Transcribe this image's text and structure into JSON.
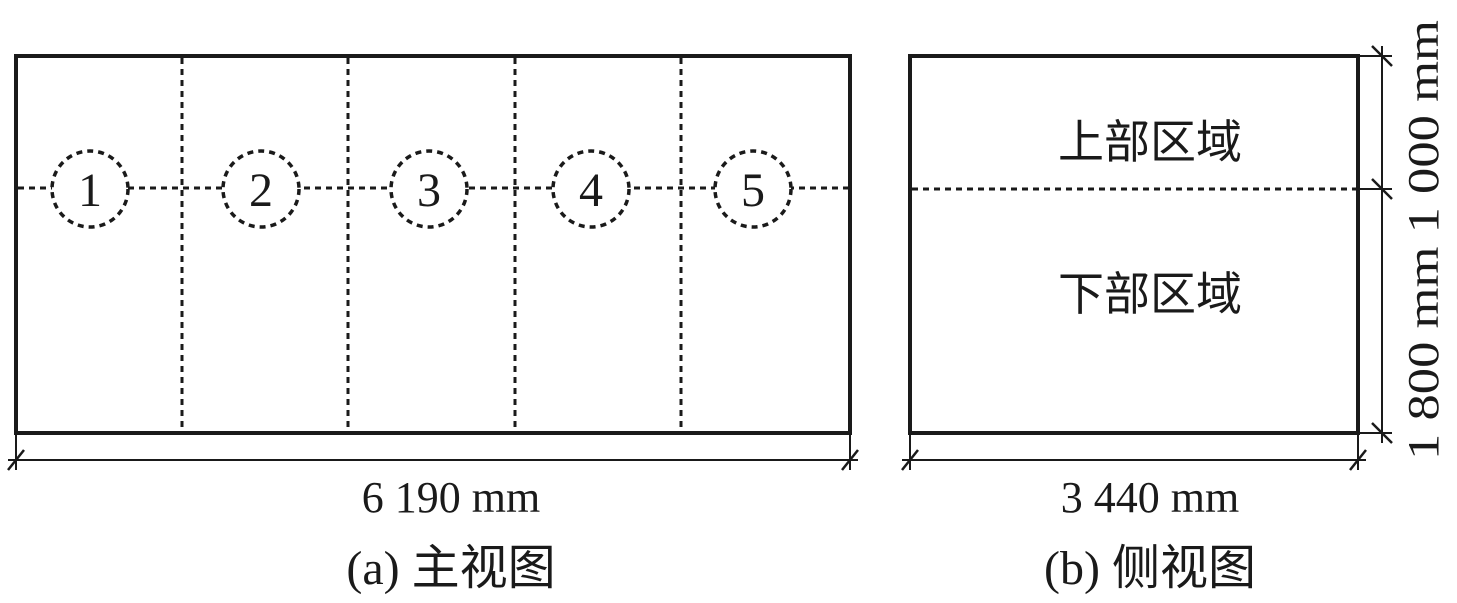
{
  "front_view": {
    "zones": [
      "1",
      "2",
      "3",
      "4",
      "5"
    ],
    "width_label": "6 190 mm",
    "caption": "(a) 主视图"
  },
  "side_view": {
    "upper_label": "上部区域",
    "lower_label": "下部区域",
    "width_label": "3 440 mm",
    "height_label": "1 800 mm 1 000 mm",
    "caption": "(b) 侧视图"
  },
  "colors": {
    "line": "#1a1a1a",
    "background": "#ffffff"
  }
}
